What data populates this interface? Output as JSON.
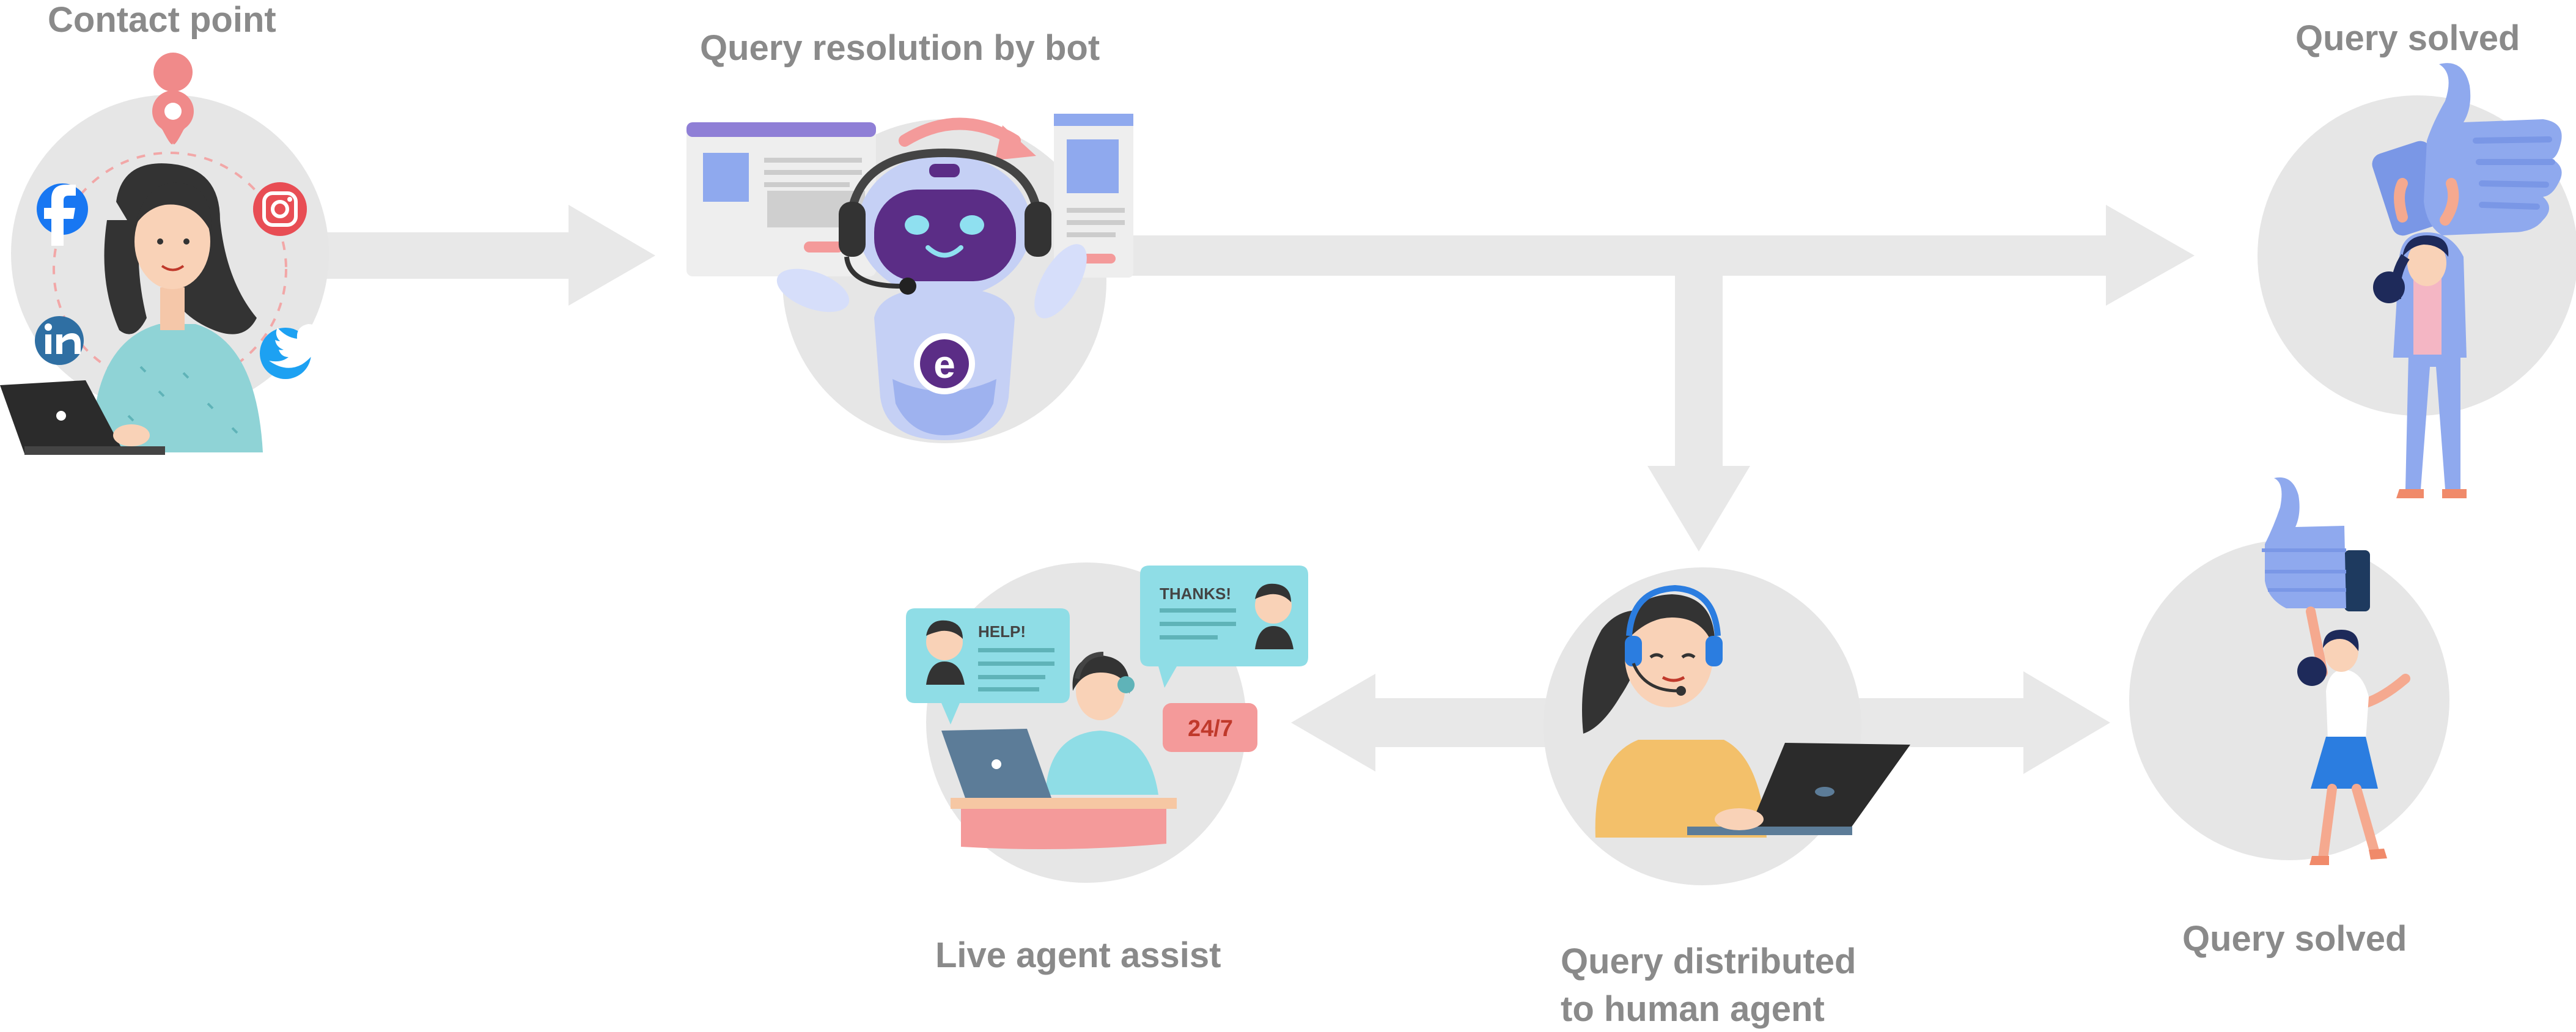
{
  "labels": {
    "contact_point": "Contact point",
    "query_resolution_by_bot": "Query resolution by bot",
    "query_solved_top": "Query solved",
    "live_agent_assist": "Live agent assist",
    "query_distributed_line1": "Query distributed",
    "query_distributed_line2": "to human agent",
    "query_solved_bottom": "Query solved"
  },
  "bubbles": {
    "help": "HELP!",
    "thanks": "THANKS!",
    "hours": "24/7"
  },
  "bot_logo": "e",
  "icons": [
    "location-pin-icon",
    "facebook-icon",
    "instagram-icon",
    "linkedin-icon",
    "twitter-icon",
    "thumbs-up-icon"
  ],
  "colors": {
    "arrow": "#e8e8e8",
    "circle": "#e6e6e6",
    "label": "#8a8a8a",
    "bot_purple": "#5b2d86",
    "accent_blue": "#8fa9ee",
    "pink": "#f49a9a"
  }
}
